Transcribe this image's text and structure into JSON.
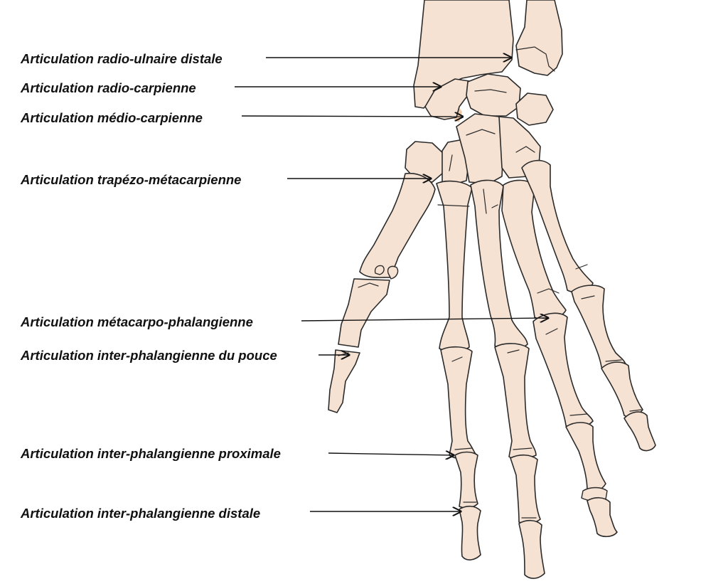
{
  "figure": {
    "labels": [
      "Articulation radio-ulnaire distale",
      "Articulation radio-carpienne",
      "Articulation médio-carpienne",
      "Articulation trapézo-métacarpienne",
      "Articulation métacarpo-phalangienne",
      "Articulation inter-phalangienne du pouce",
      "Articulation inter-phalangienne proximale",
      "Articulation inter-phalangienne distale"
    ],
    "colors": {
      "bone": "#f6e2d3",
      "outline": "#2b2b2b",
      "cartilage": "#f1cba8",
      "arrow": "#111111",
      "text": "#111111"
    }
  }
}
